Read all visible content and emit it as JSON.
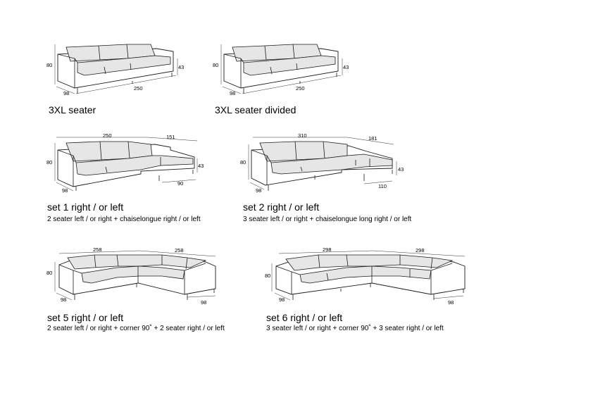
{
  "products": [
    {
      "title": "3XL seater",
      "subtitle": "",
      "dims": {
        "height": "80",
        "seat_height": "43",
        "depth": "98",
        "width": "250"
      }
    },
    {
      "title": "3XL seater divided",
      "subtitle": "",
      "dims": {
        "height": "80",
        "seat_height": "43",
        "depth": "98",
        "width": "250"
      }
    },
    {
      "title": "set 1 right / or left",
      "subtitle": "2 seater left / or right + chaiselongue right / or left",
      "dims": {
        "height": "80",
        "seat_height": "43",
        "depth": "98",
        "width": "250",
        "chaise_length": "151",
        "chaise_width": "90"
      }
    },
    {
      "title": "set 2 right / or left",
      "subtitle": "3 seater left / or right + chaiselongue long right / or left",
      "dims": {
        "height": "80",
        "seat_height": "43",
        "depth": "98",
        "width": "310",
        "chaise_length": "181",
        "chaise_width": "110"
      }
    },
    {
      "title": "set 5 right / or left",
      "subtitle": "2 seater left / or right + corner 90˚ + 2 seater right / or left",
      "dims": {
        "height": "80",
        "depth": "98",
        "left_width": "258",
        "right_width": "258",
        "right_depth": "98"
      }
    },
    {
      "title": "set 6 right / or left",
      "subtitle": "3 seater left / or right + corner 90˚ + 3 seater right / or left",
      "dims": {
        "height": "80",
        "depth": "98",
        "left_width": "298",
        "right_width": "298",
        "right_depth": "98"
      }
    }
  ]
}
